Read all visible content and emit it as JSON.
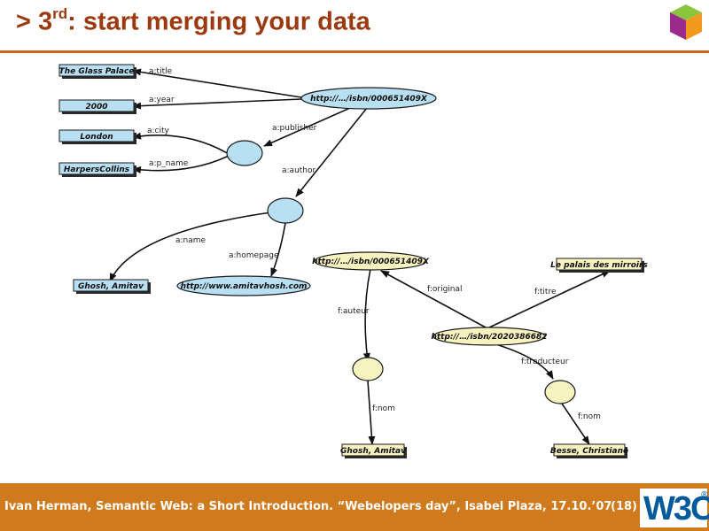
{
  "slide": {
    "title_prefix": "> 3",
    "title_sup": "rd",
    "title_rest": ": start merging your data"
  },
  "footer": {
    "text": "Ivan Herman, Semantic Web: a Short Introduction. “Webelopers day”, Isabel Plaza, 17.10.’07",
    "slide_number": "(18)",
    "logo_text": "W3C",
    "logo_mark": "®"
  },
  "colors": {
    "accent": "#c8661e",
    "title": "#9b3a10",
    "footer_bg": "#d07a1e",
    "blue_fill": "#b9dff2",
    "yellow_fill": "#f7f3c0",
    "node_stroke": "#1a1a1a"
  },
  "graph_a": {
    "book_uri": "http://…/isbn/000651409X",
    "title_value": "The Glass Palace",
    "year_value": "2000",
    "city_value": "London",
    "publisher_value": "HarpersCollins",
    "author_name_value": "Ghosh, Amitav",
    "homepage_value": "http://www.amitavhosh.com",
    "edges": {
      "title": "a:title",
      "year": "a:year",
      "publisher": "a:publisher",
      "city": "a:city",
      "p_name": "a:p_name",
      "author": "a:author",
      "name": "a:name",
      "homepage": "a:homepage"
    }
  },
  "graph_f": {
    "original_uri": "http://…/isbn/000651409X",
    "translation_uri": "http://…/isbn/2020386682",
    "titre_value": "Le palais des mirroirs",
    "author_name_value": "Ghosh, Amitav",
    "translator_name_value": "Besse, Christiane",
    "edges": {
      "original": "f:original",
      "titre": "f:titre",
      "auteur": "f:auteur",
      "traducteur": "f:traducteur",
      "nom_author": "f:nom",
      "nom_translator": "f:nom"
    }
  }
}
